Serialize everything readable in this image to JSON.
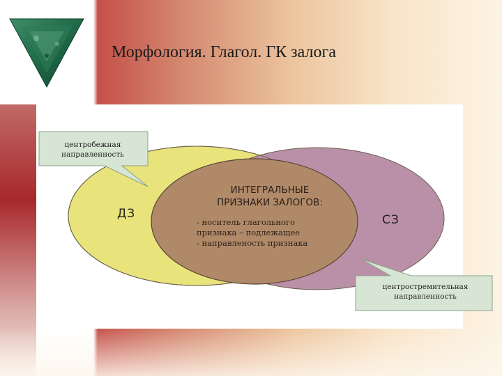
{
  "slide": {
    "title": "Морфология. Глагол. ГК залога"
  },
  "diagram": {
    "left_label": "ДЗ",
    "right_label": "СЗ",
    "center_heading": [
      "ИНТЕГРАЛЬНЫЕ",
      "ПРИЗНАКИ ЗАЛОГОВ:"
    ],
    "center_items": [
      "- носитель глагольного",
      "признака – подлежащее",
      "- направленость признака"
    ],
    "callout_left": [
      "центробежная",
      "направленность"
    ],
    "callout_right": [
      "центростремительная",
      "направленность"
    ]
  },
  "colors": {
    "left_ellipse": "#e8e37a",
    "right_ellipse": "#b990a8",
    "center_ellipse": "#b08968",
    "callout_fill": "#d7e5d4"
  }
}
